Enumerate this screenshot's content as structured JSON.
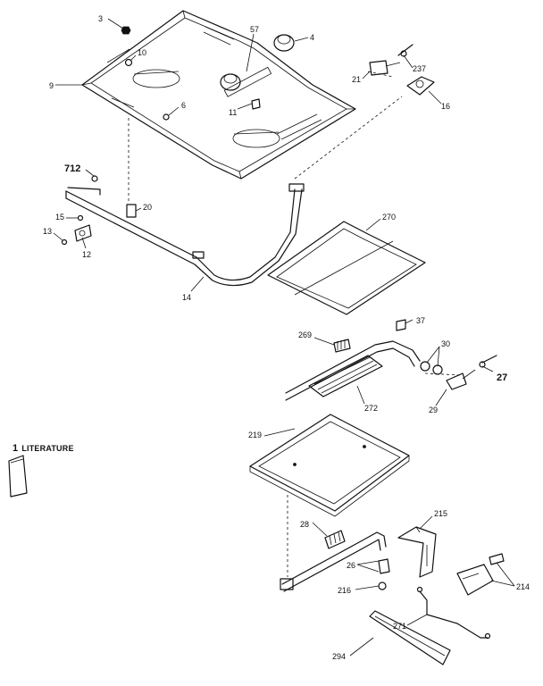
{
  "callouts": {
    "c3": "3",
    "c57": "57",
    "c4": "4",
    "c10": "10",
    "c9": "9",
    "c6": "6",
    "c11": "11",
    "c237": "237",
    "c21": "21",
    "c16": "16",
    "c712": "712",
    "c20": "20",
    "c15": "15",
    "c13": "13",
    "c12": "12",
    "c14": "14",
    "c270": "270",
    "c37": "37",
    "c269": "269",
    "c30": "30",
    "c27": "27",
    "c272": "272",
    "c29": "29",
    "c219": "219",
    "c28": "28",
    "c215": "215",
    "c26": "26",
    "c216": "216",
    "c214": "214",
    "c271": "271",
    "c294": "294"
  },
  "literature": {
    "number": "1",
    "label": "LITERATURE"
  }
}
